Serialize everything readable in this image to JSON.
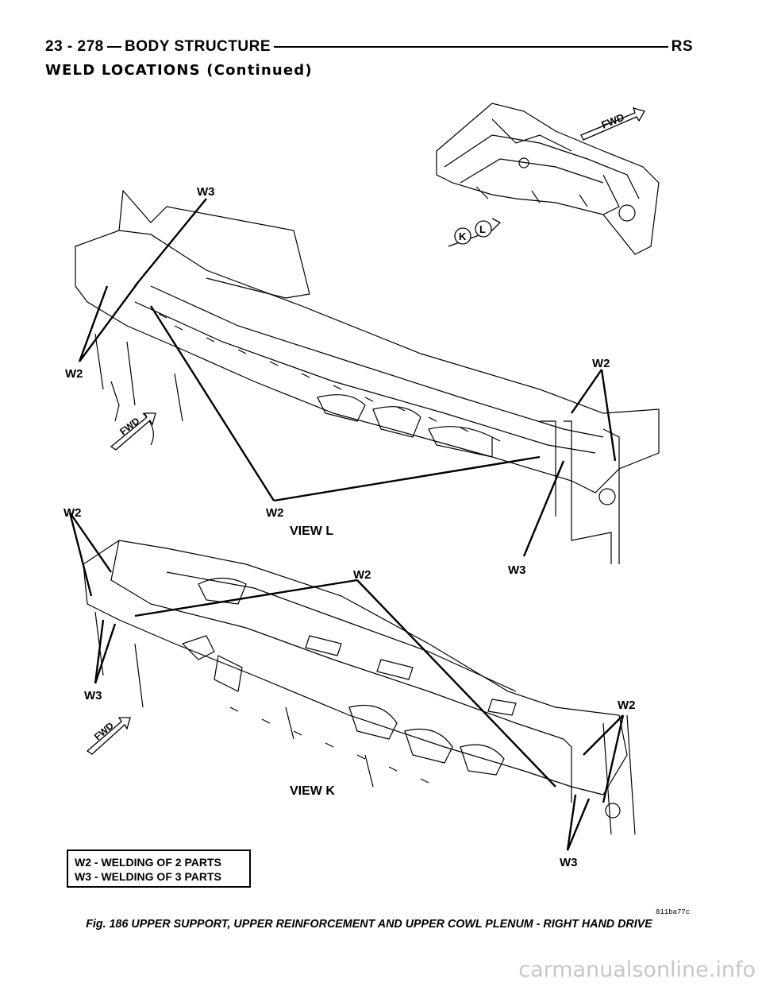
{
  "header": {
    "page_number": "23 - 278",
    "section_title": "BODY STRUCTURE",
    "edition_code": "RS"
  },
  "section_heading": "WELD LOCATIONS (Continued)",
  "figure": {
    "callouts": {
      "w3_top": "W3",
      "w2_left_upper": "W2",
      "w2_right_upper": "W2",
      "w2_bottom_upper": "W2",
      "w3_right_upper": "W3",
      "w2_left_lower": "W2",
      "w2_center_lower": "W2",
      "w3_left_lower": "W3",
      "w2_right_lower": "W2",
      "w3_bottom_lower": "W3"
    },
    "view_labels": {
      "view_l": "VIEW L",
      "view_k": "VIEW K"
    },
    "fwd_label": "FWD",
    "view_marker_k": "K",
    "view_marker_l": "L",
    "legend": {
      "line1": "W2 - WELDING OF 2 PARTS",
      "line2": "W3 - WELDING OF 3 PARTS"
    },
    "figure_code": "811ba77c",
    "caption": "Fig. 186 UPPER SUPPORT, UPPER REINFORCEMENT AND UPPER COWL PLENUM - RIGHT HAND DRIVE"
  },
  "watermark": "carmanualsonline.info"
}
